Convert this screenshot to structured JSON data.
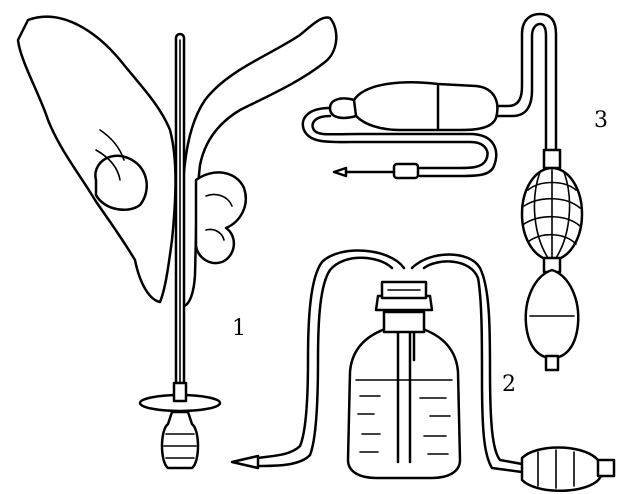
{
  "figure": {
    "labels": {
      "item1": "1",
      "item2": "2",
      "item3": "3"
    }
  },
  "colors": {
    "ink": "#000000",
    "background": "#ffffff"
  }
}
